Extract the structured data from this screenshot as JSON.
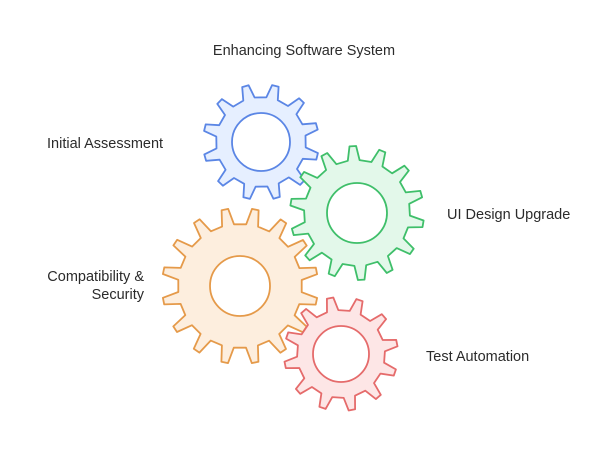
{
  "diagram": {
    "title": "Enhancing Software System",
    "gears": [
      {
        "id": "initial-assessment",
        "label": "Initial Assessment",
        "stroke": "#5b86e5",
        "fill": "#e6efff"
      },
      {
        "id": "ui-design-upgrade",
        "label": "UI Design Upgrade",
        "stroke": "#3fbf6a",
        "fill": "#e3f8ea"
      },
      {
        "id": "compatibility-security",
        "label": "Compatibility & Security",
        "stroke": "#e59a4a",
        "fill": "#fdeede"
      },
      {
        "id": "test-automation",
        "label": "Test Automation",
        "stroke": "#e56b6b",
        "fill": "#fde6e6"
      }
    ]
  }
}
